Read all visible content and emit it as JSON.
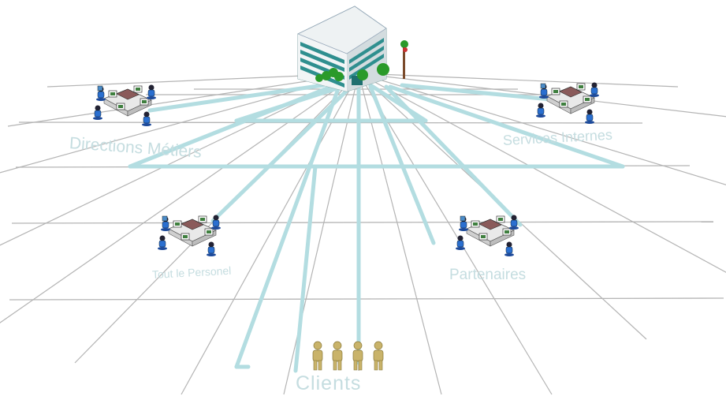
{
  "labels": {
    "directions": "Directions Métiers",
    "services": "Services Internes",
    "personnel": "Tout le Personel",
    "partenaires": "Partenaires",
    "clients": "Clients"
  },
  "icons": {
    "hub": "office-building-icon",
    "group": "workgroup-cluster-icon",
    "person": "person-icon"
  },
  "colors": {
    "grid": "#b4b4b4",
    "network": "#b3dde1",
    "label": "#c5dde0",
    "building_glass": "#2f8f8f",
    "building_wall": "#e8eef0",
    "tree": "#2a9a2a",
    "person": "#c9b36a"
  }
}
